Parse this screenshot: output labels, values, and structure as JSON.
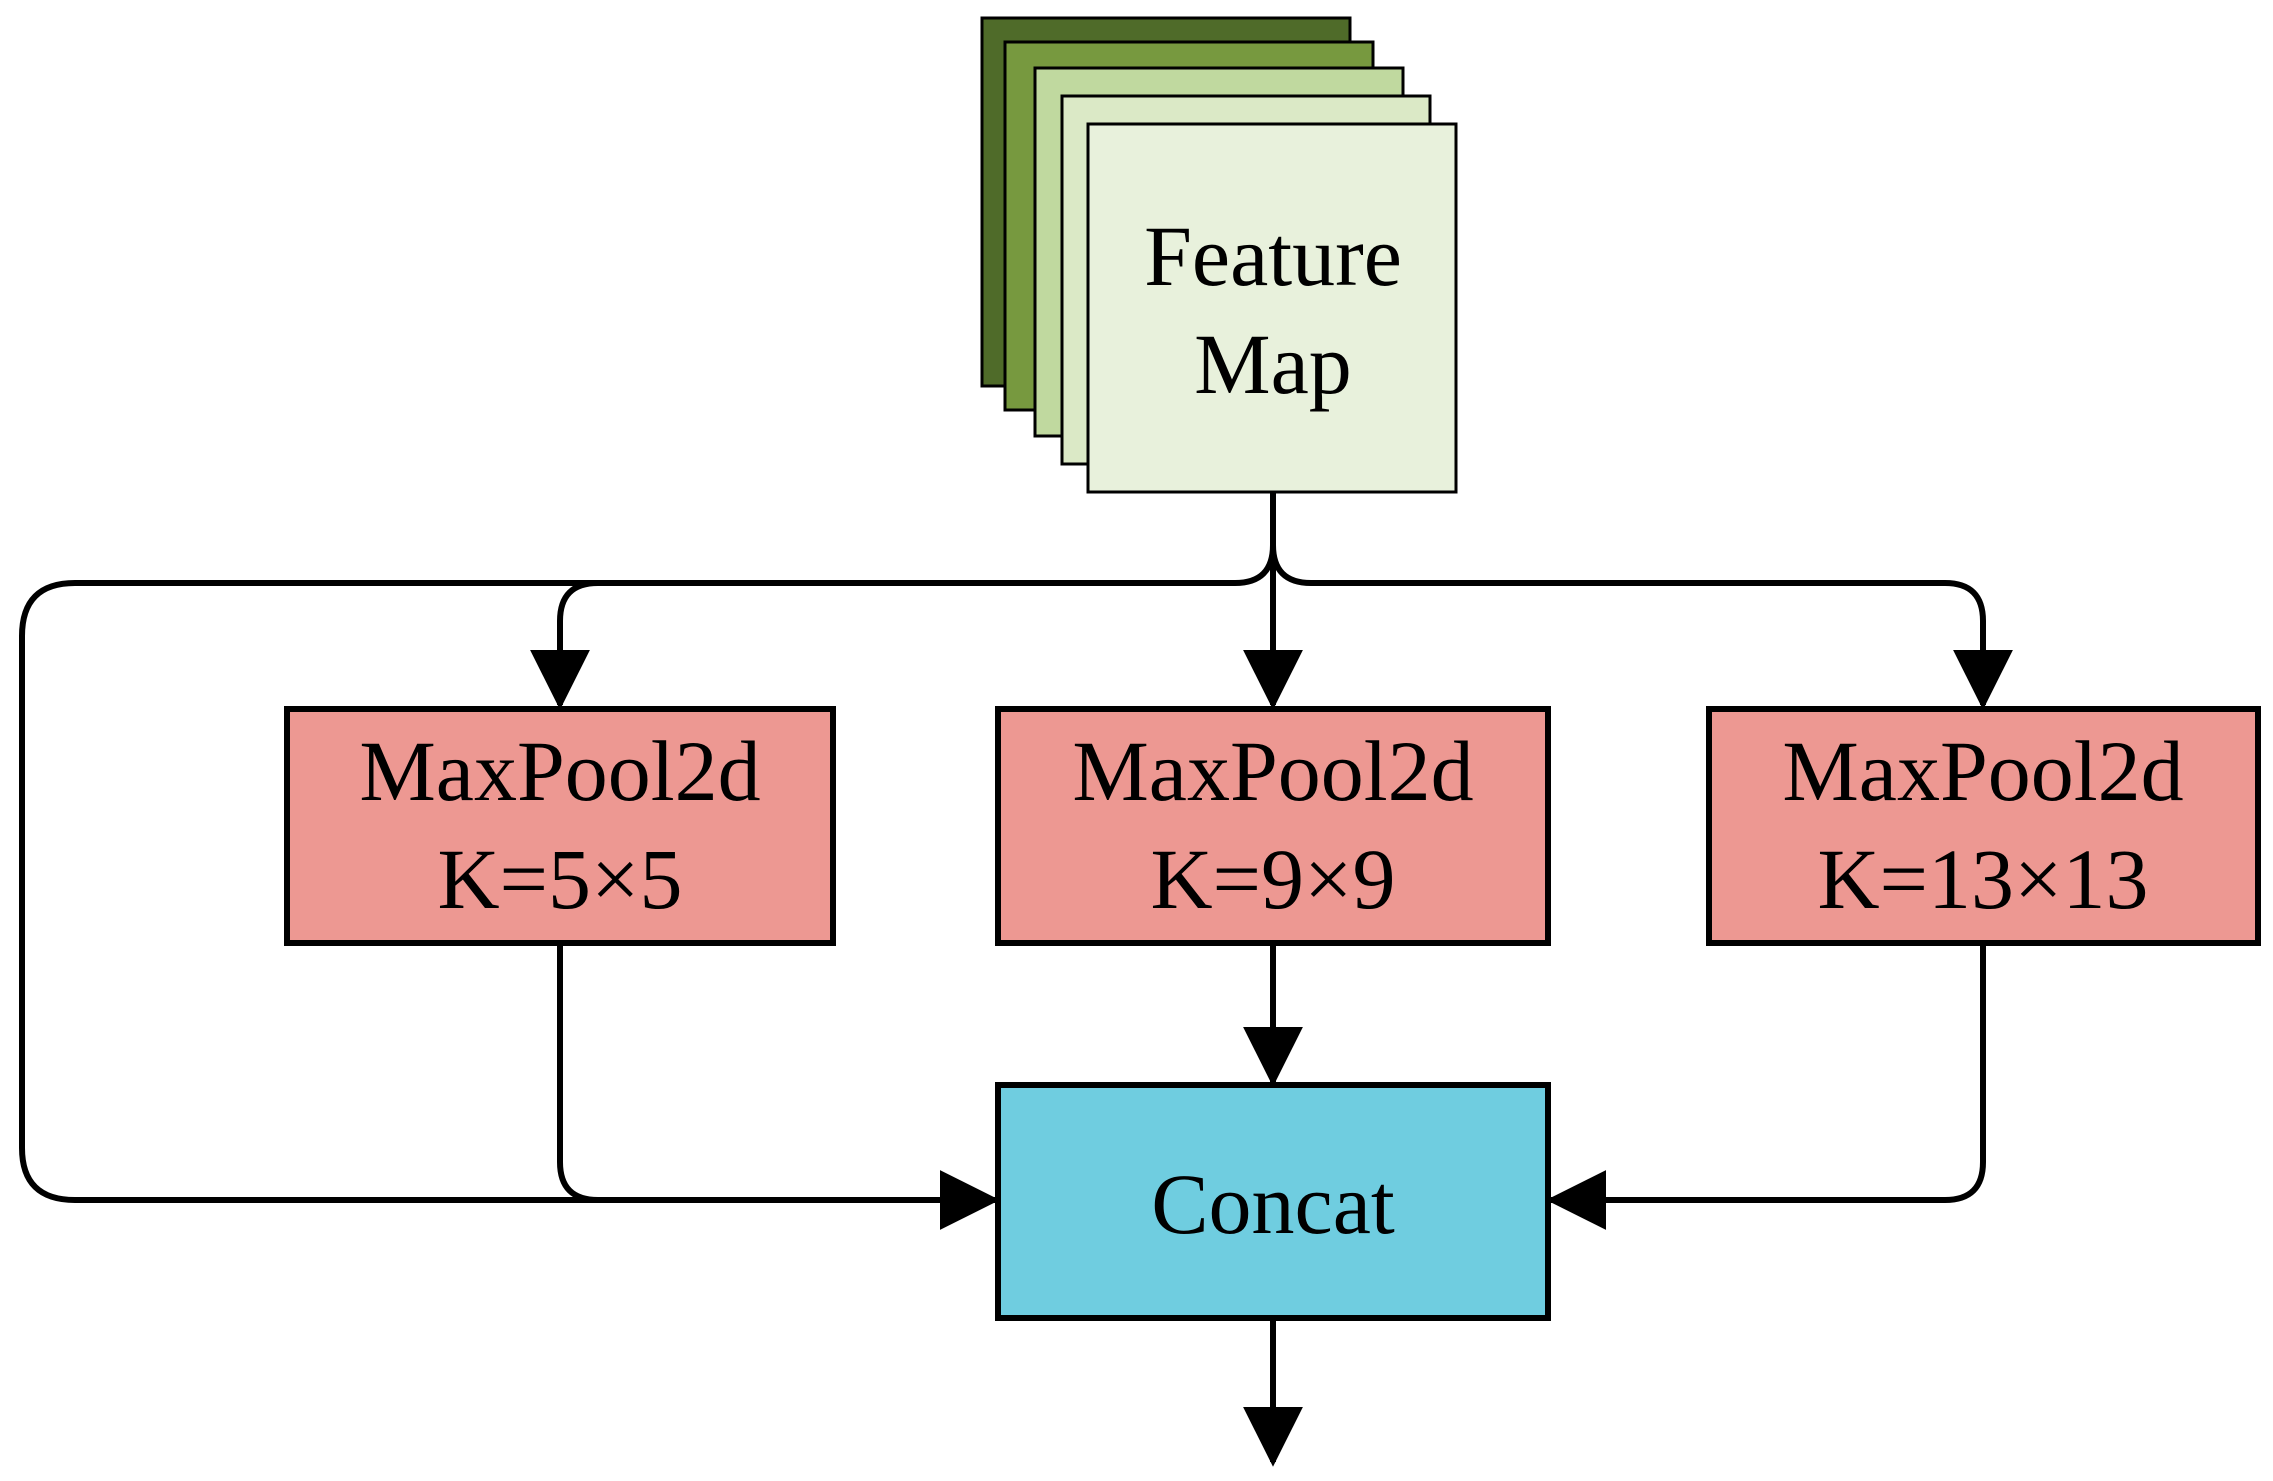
{
  "feature_map": {
    "line1": "Feature",
    "line2": "Map",
    "layer_colors": [
      "#4f6b29",
      "#77993f",
      "#c0d99f",
      "#dbe9c6",
      "#e8f1dc"
    ]
  },
  "pool_nodes": [
    {
      "line1": "MaxPool2d",
      "line2": "K=5×5"
    },
    {
      "line1": "MaxPool2d",
      "line2": "K=9×9"
    },
    {
      "line1": "MaxPool2d",
      "line2": "K=13×13"
    }
  ],
  "pool_color": "#ed9892",
  "concat": {
    "label": "Concat",
    "color": "#6fcde0"
  },
  "line_color": "#000000"
}
